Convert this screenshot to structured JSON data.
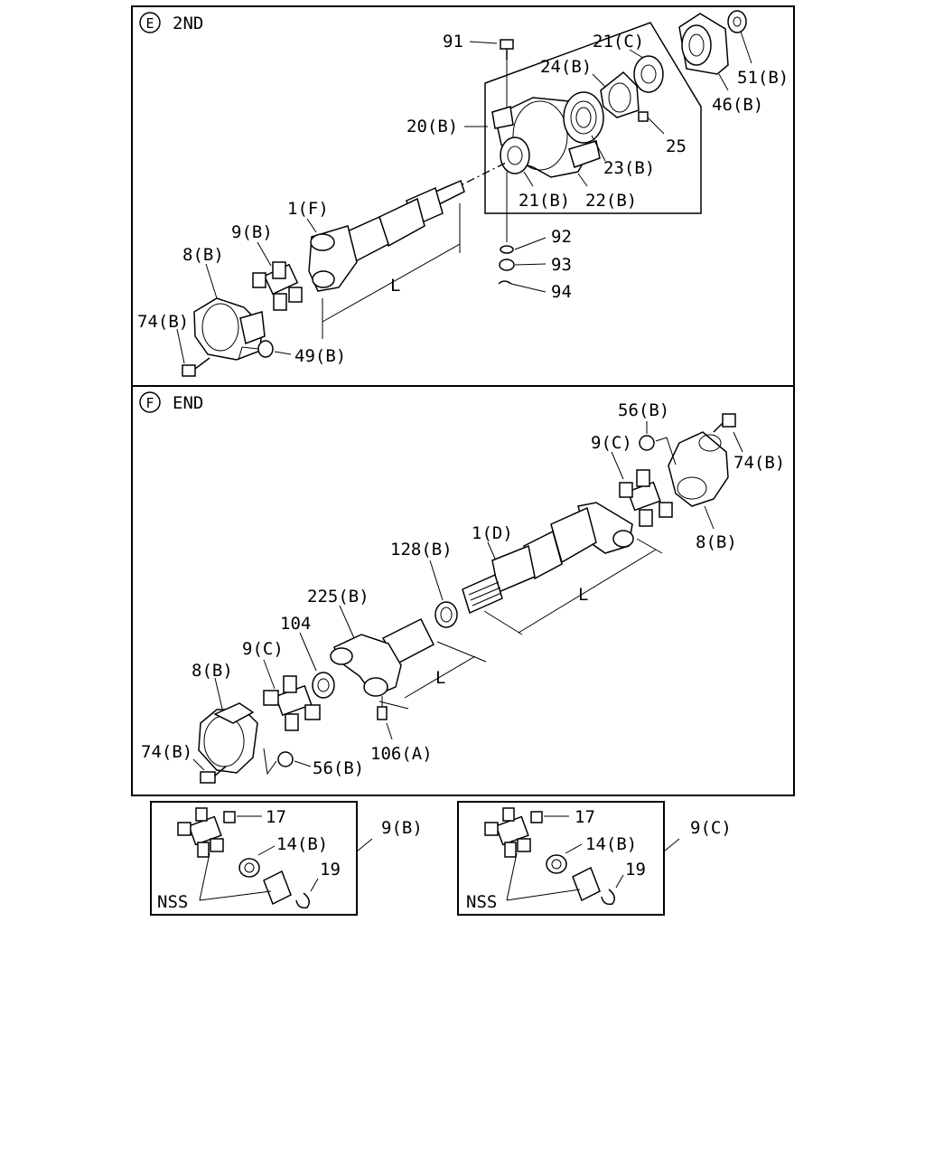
{
  "sections": {
    "e": {
      "letter": "E",
      "title": "2ND"
    },
    "f": {
      "letter": "F",
      "title": "END"
    }
  },
  "callouts_e": {
    "c91": "91",
    "c21c": "21(C)",
    "c24b": "24(B)",
    "c51b": "51(B)",
    "c46b": "46(B)",
    "c20b": "20(B)",
    "c25": "25",
    "c23b": "23(B)",
    "c21b": "21(B)",
    "c22b": "22(B)",
    "c1f": "1(F)",
    "c9b": "9(B)",
    "c8b": "8(B)",
    "c92": "92",
    "c93": "93",
    "c94": "94",
    "cL": "L",
    "c74b": "74(B)",
    "c49b": "49(B)"
  },
  "callouts_f": {
    "c56b_top": "56(B)",
    "c9c_top": "9(C)",
    "c74b_top": "74(B)",
    "c8b_right": "8(B)",
    "c1d": "1(D)",
    "c128b": "128(B)",
    "cL_upper": "L",
    "c225b": "225(B)",
    "c104": "104",
    "c9c_left": "9(C)",
    "c8b_left": "8(B)",
    "cL_lower": "L",
    "c74b_bottom": "74(B)",
    "c56b_bottom": "56(B)",
    "c106a": "106(A)"
  },
  "kit_9b": {
    "title": "9(B)",
    "c17": "17",
    "c14b": "14(B)",
    "c19": "19",
    "nss": "NSS"
  },
  "kit_9c": {
    "title": "9(C)",
    "c17": "17",
    "c14b": "14(B)",
    "c19": "19",
    "nss": "NSS"
  }
}
